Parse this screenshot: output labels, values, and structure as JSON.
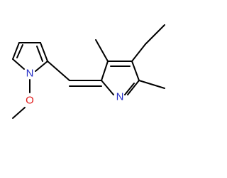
{
  "molecule": {
    "atoms": [
      {
        "id": "n_pyrrole",
        "label": "N",
        "color": "#2832c8"
      },
      {
        "id": "o_methoxy",
        "label": "O",
        "color": "#e01a1a"
      },
      {
        "id": "n_pyrrolylidene",
        "label": "N",
        "color": "#2832c8"
      }
    ],
    "bond_color": "#000000",
    "background": "#ffffff"
  }
}
